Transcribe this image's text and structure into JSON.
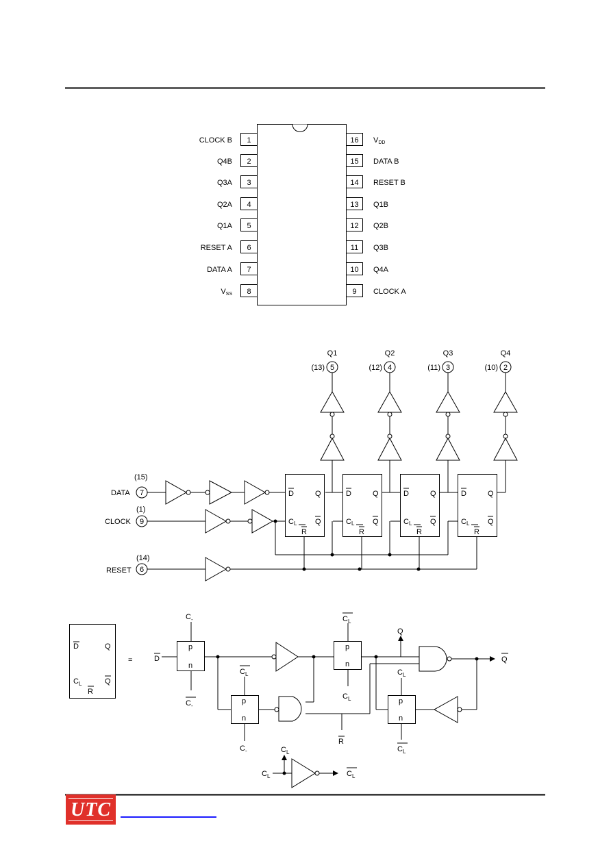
{
  "pinout": {
    "left_pins": [
      {
        "num": "1",
        "name": "CLOCK B"
      },
      {
        "num": "2",
        "name": "Q4B"
      },
      {
        "num": "3",
        "name": "Q3A"
      },
      {
        "num": "4",
        "name": "Q2A"
      },
      {
        "num": "5",
        "name": "Q1A"
      },
      {
        "num": "6",
        "name": "RESET A"
      },
      {
        "num": "7",
        "name": "DATA A"
      },
      {
        "num": "8",
        "name": "V",
        "sub": "SS"
      }
    ],
    "right_pins": [
      {
        "num": "16",
        "name": "V",
        "sub": "DD"
      },
      {
        "num": "15",
        "name": "DATA B"
      },
      {
        "num": "14",
        "name": "RESET B"
      },
      {
        "num": "13",
        "name": "Q1B"
      },
      {
        "num": "12",
        "name": "Q2B"
      },
      {
        "num": "11",
        "name": "Q3B"
      },
      {
        "num": "10",
        "name": "Q4A"
      },
      {
        "num": "9",
        "name": "CLOCK A"
      }
    ]
  },
  "logic": {
    "outputs": [
      {
        "name": "Q1",
        "pin_b": "(13)",
        "pin_a": "5"
      },
      {
        "name": "Q2",
        "pin_b": "(12)",
        "pin_a": "4"
      },
      {
        "name": "Q3",
        "pin_b": "(11)",
        "pin_a": "3"
      },
      {
        "name": "Q4",
        "pin_b": "(10)",
        "pin_a": "2"
      }
    ],
    "inputs": [
      {
        "name": "DATA",
        "pin_b": "(15)",
        "pin_a": "7"
      },
      {
        "name": "CLOCK",
        "pin_b": "(1)",
        "pin_a": "9"
      },
      {
        "name": "RESET",
        "pin_b": "(14)",
        "pin_a": "6"
      }
    ],
    "ff_labels": {
      "d": "D",
      "q": "Q",
      "cl": "C",
      "cl_sub": "L",
      "qbar": "Q",
      "r": "R"
    }
  },
  "flipflop_detail": {
    "equals": "=",
    "d": "D",
    "q": "Q",
    "qbar": "Q",
    "r": "R",
    "c": "C",
    "c_sub_l": "L",
    "c_sub_dash": "-",
    "p": "p",
    "n": "n"
  },
  "footer": {
    "logo": "UTC"
  }
}
